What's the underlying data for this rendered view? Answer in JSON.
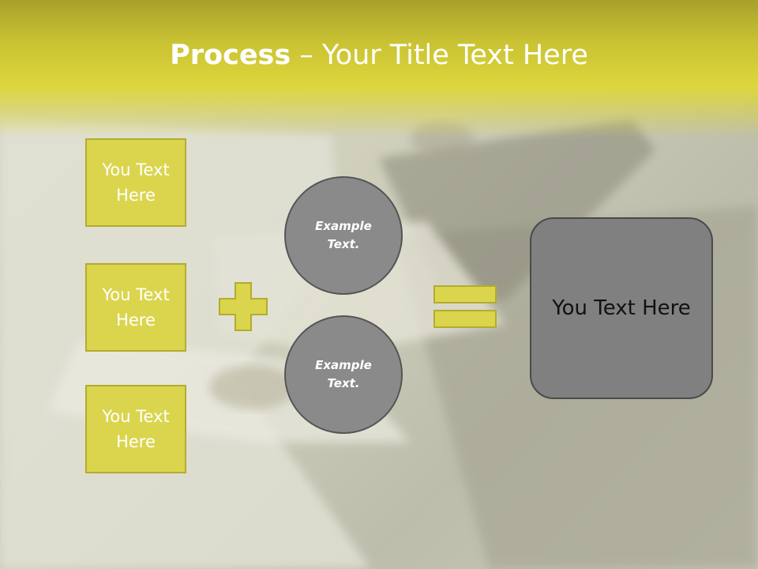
{
  "slide": {
    "title_bold": "Process",
    "title_rest": " – Your Title Text Here",
    "boxes": [
      {
        "label": "You Text Here"
      },
      {
        "label": "You Text Here"
      },
      {
        "label": "You Text Here"
      }
    ],
    "circles": [
      {
        "label": "Example Text."
      },
      {
        "label": "Example Text."
      }
    ],
    "result_label": "You Text Here",
    "operators": {
      "plus_icon": "plus-icon",
      "equals_icon": "equals-icon"
    },
    "colors": {
      "accent_yellow": "#dbd54e",
      "accent_border": "#b2ac2f",
      "circle_gray": "#8a8a8a",
      "result_gray": "#808080"
    }
  }
}
